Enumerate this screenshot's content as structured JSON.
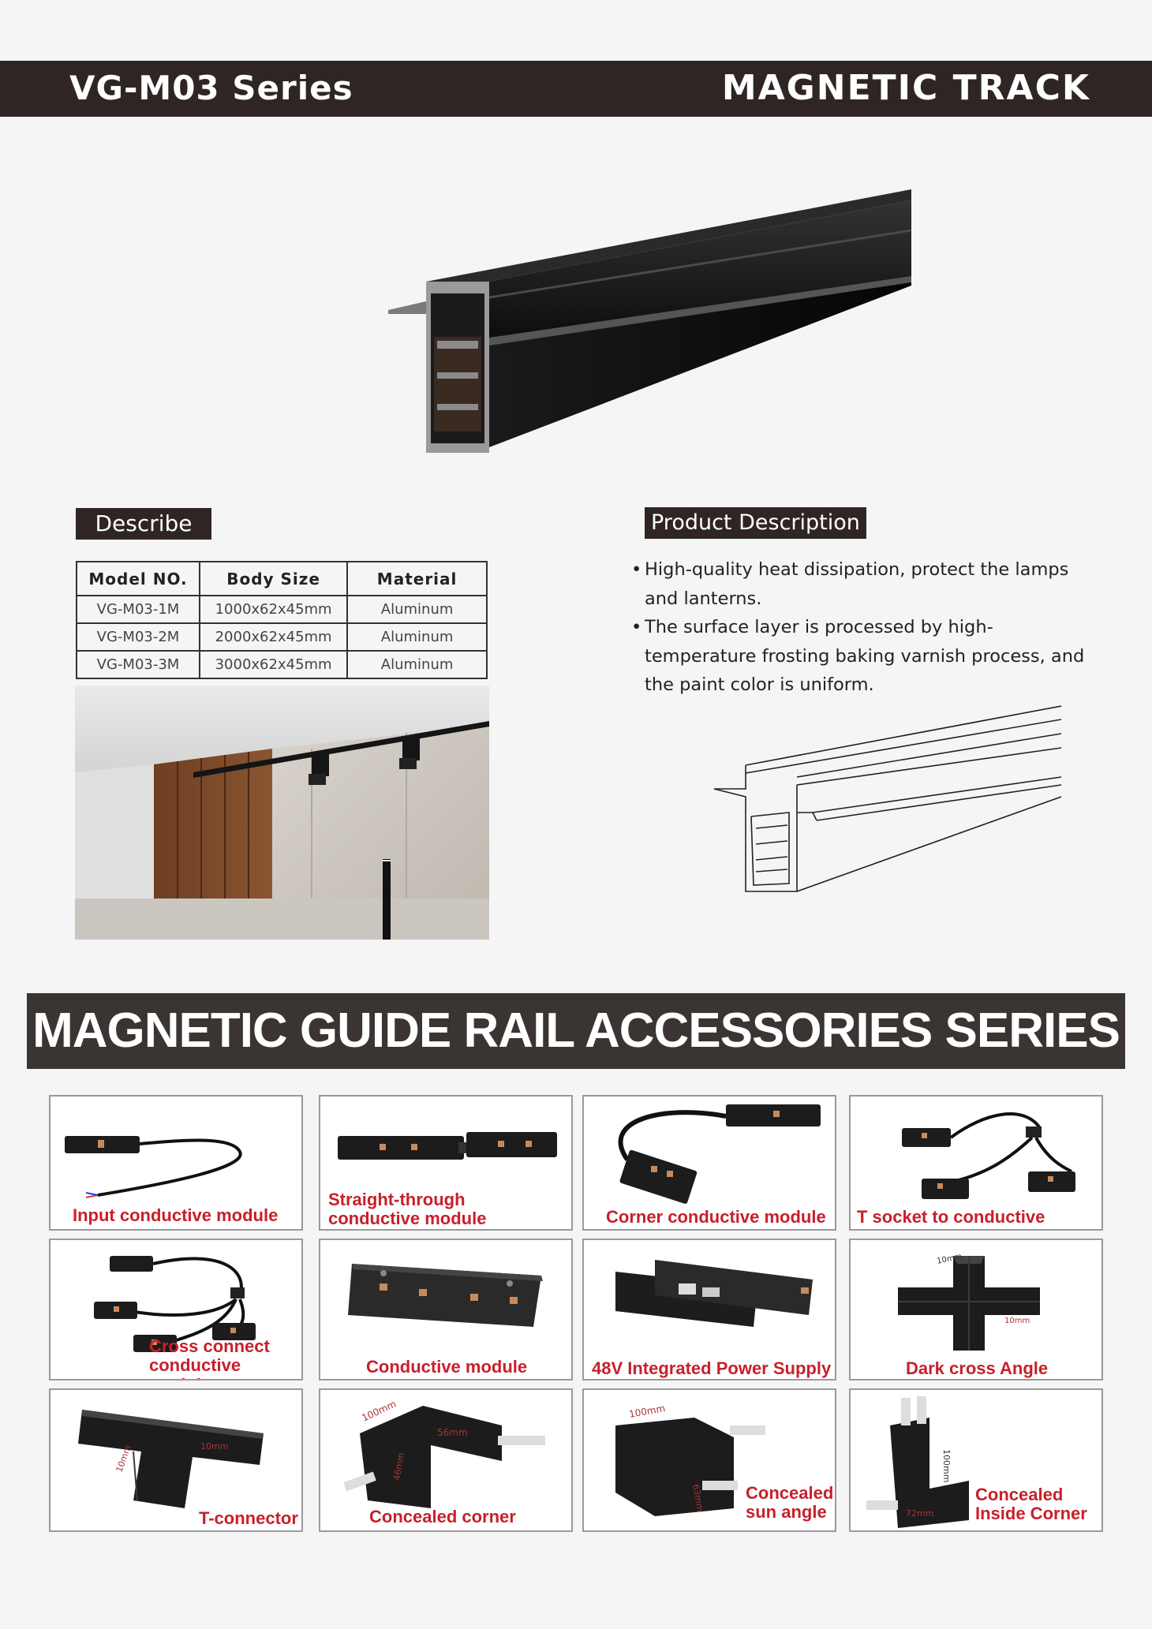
{
  "header": {
    "series_title": "VG-M03 Series",
    "category_title": "MAGNETIC TRACK"
  },
  "describe": {
    "tag_label": "Describe",
    "table": {
      "headers": [
        "Model NO.",
        "Body Size",
        "Material"
      ],
      "rows": [
        [
          "VG-M03-1M",
          "1000x62x45mm",
          "Aluminum"
        ],
        [
          "VG-M03-2M",
          "2000x62x45mm",
          "Aluminum"
        ],
        [
          "VG-M03-3M",
          "3000x62x45mm",
          "Aluminum"
        ]
      ]
    }
  },
  "product_description": {
    "tag_label": "Product Description",
    "bullets": [
      "High-quality heat dissipation, protect the lamps and lanterns.",
      "The surface layer is processed by high-temperature frosting baking varnish process, and the paint color is uniform."
    ]
  },
  "accessories": {
    "band_title": "MAGNETIC GUIDE RAIL ACCESSORIES SERIES",
    "items": [
      {
        "label": "Input conductive module"
      },
      {
        "label_line1": "Straight-through",
        "label_line2": "conductive module"
      },
      {
        "label": "Corner conductive module"
      },
      {
        "label": "T socket to conductive module"
      },
      {
        "label_line1": "Cross connect",
        "label_line2": "conductive module"
      },
      {
        "label": "Conductive module"
      },
      {
        "label": "48V Integrated Power Supply"
      },
      {
        "label": "Dark cross Angle",
        "dim1": "10mm",
        "dim2": "10mm"
      },
      {
        "label": "T-connector",
        "dim1": "10mm",
        "dim2": "10mm"
      },
      {
        "label": "Concealed corner",
        "dim1": "100mm",
        "dim2": "56mm",
        "dim3": "46mm"
      },
      {
        "label_line1": "Concealed",
        "label_line2": "sun angle",
        "dim1": "100mm",
        "dim2": "63mm"
      },
      {
        "label_line1": "Concealed",
        "label_line2": "Inside Corner",
        "dim1": "100mm",
        "dim2": "72mm"
      }
    ]
  },
  "colors": {
    "header_bg": "#2f2623",
    "band_bg": "#3a3432",
    "label_red": "#c8202b",
    "page_bg": "#f5f5f5"
  }
}
